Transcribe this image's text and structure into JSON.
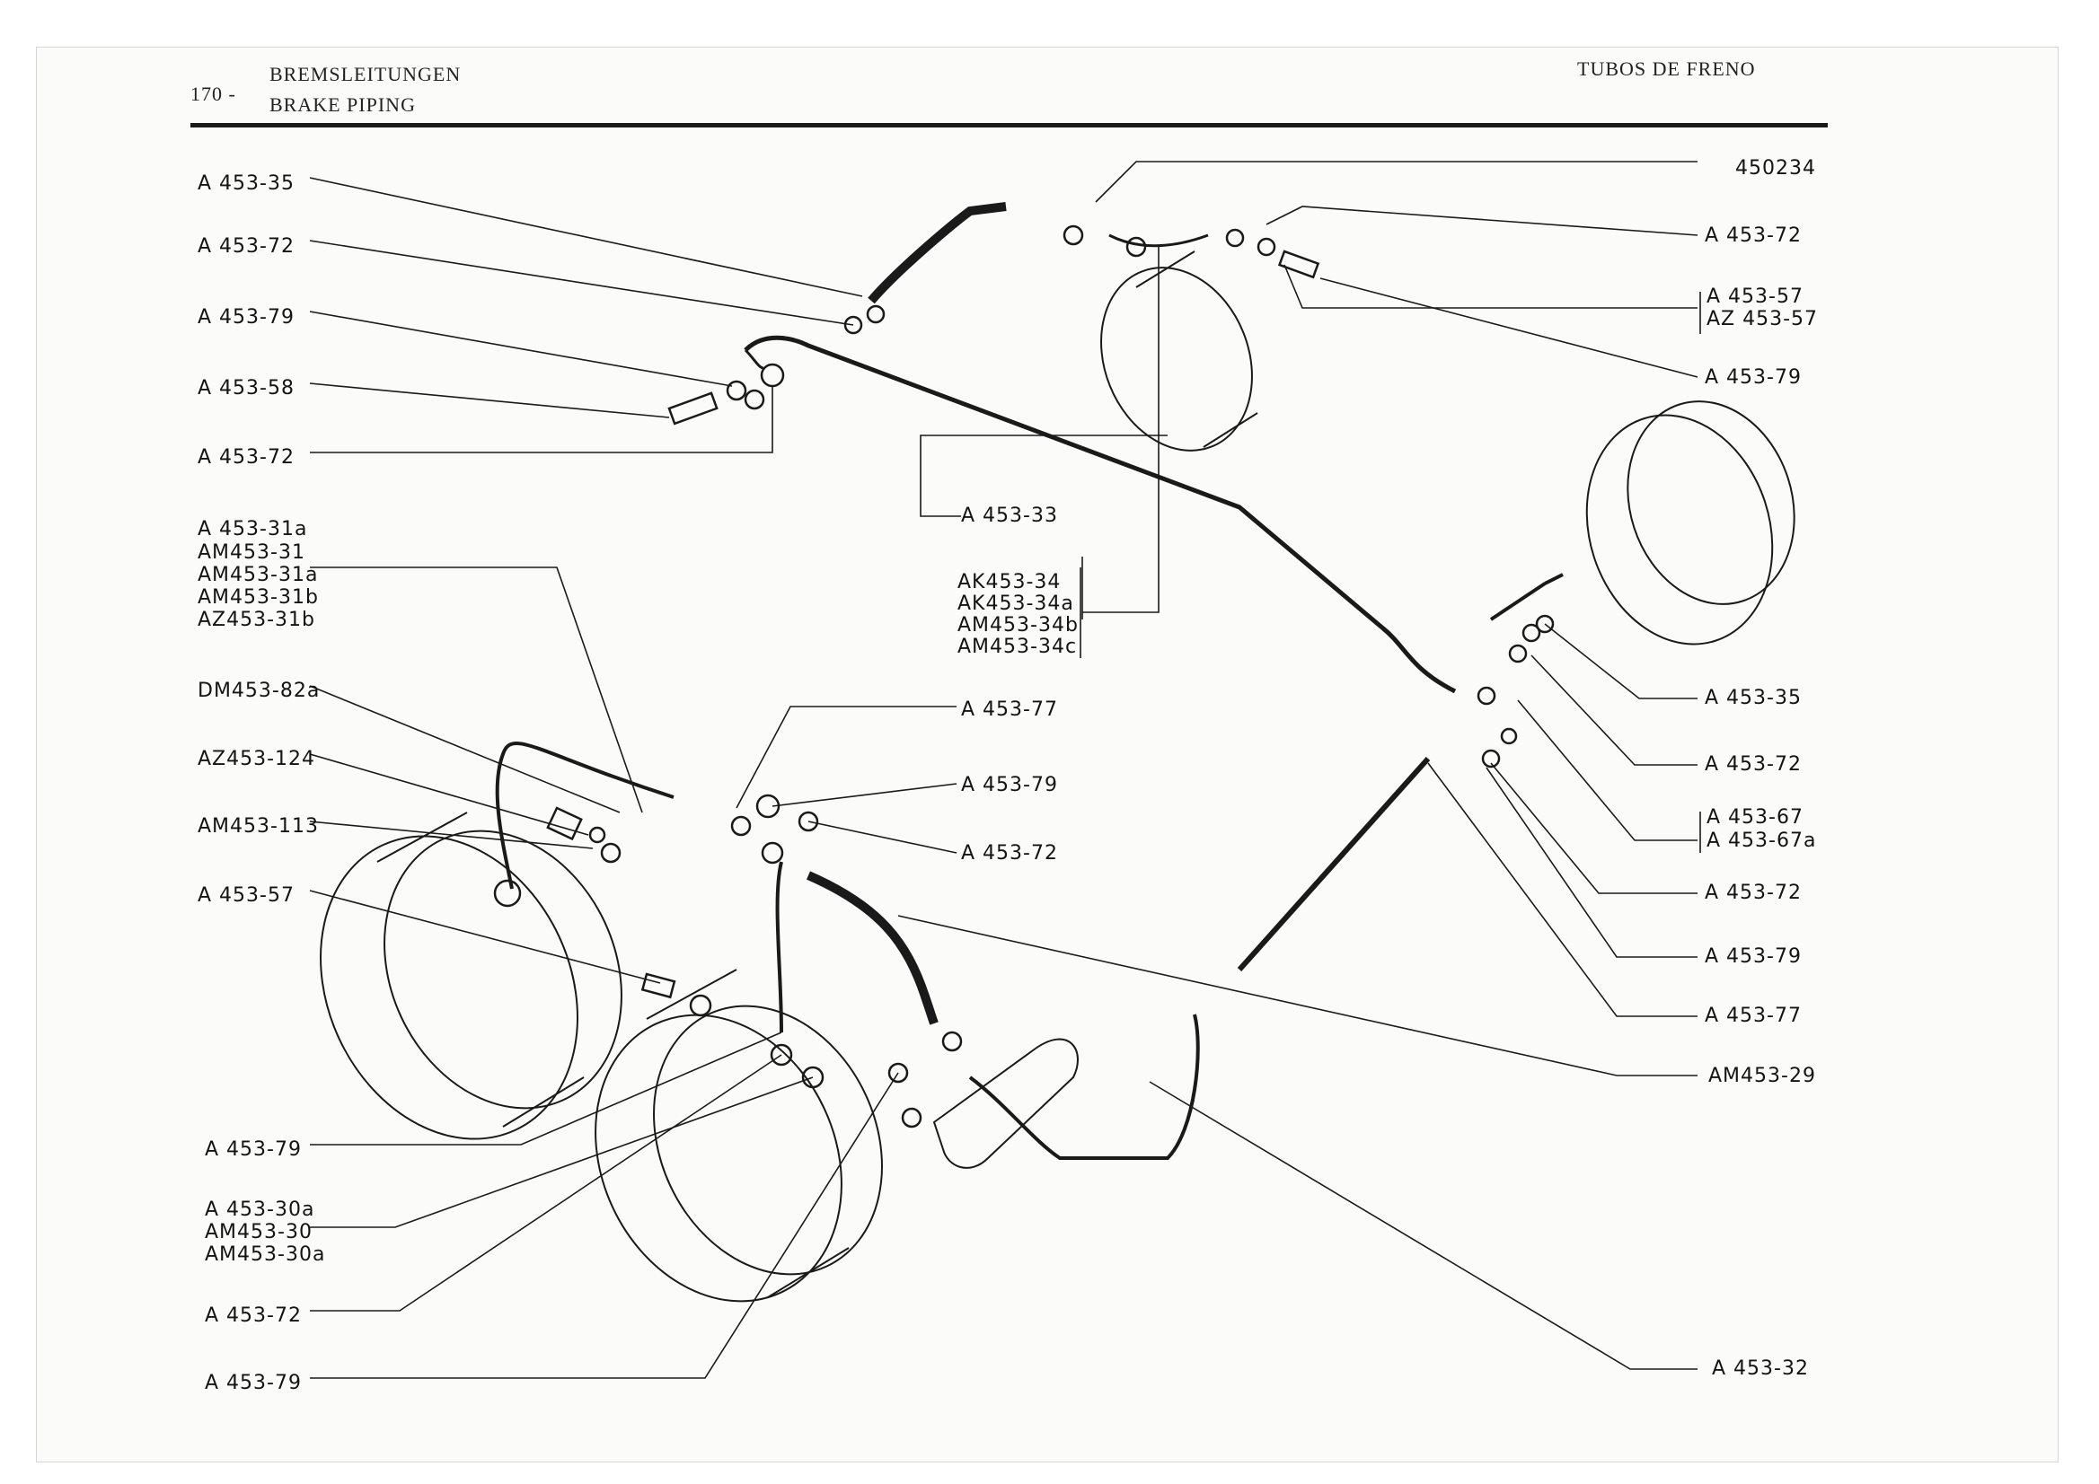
{
  "header": {
    "page_number": "170 -",
    "title_de": "BREMSLEITUNGEN",
    "title_en": "BRAKE PIPING",
    "title_es": "TUBOS DE FRENO"
  },
  "labels": {
    "left": {
      "a453_35": "A 453-35",
      "a453_72_top": "A 453-72",
      "a453_79_top": "A 453-79",
      "a453_58": "A 453-58",
      "a453_72_mid": "A 453-72",
      "group_31": [
        "A 453-31a",
        "AM453-31",
        "AM453-31a",
        "AM453-31b",
        "AZ453-31b"
      ],
      "dm453_82a": "DM453-82a",
      "az453_124": "AZ453-124",
      "am453_113": "AM453-113",
      "a453_57": "A 453-57",
      "a453_79_low": "A 453-79",
      "group_30": [
        "A 453-30a",
        "AM453-30",
        "AM453-30a"
      ],
      "a453_72_low": "A 453-72",
      "a453_79_bottom": "A 453-79"
    },
    "center": {
      "a453_33": "A 453-33",
      "group_34": [
        "AK453-34",
        "AK453-34a",
        "AM453-34b",
        "AM453-34c"
      ],
      "a453_77": "A 453-77",
      "a453_79": "A 453-79",
      "a453_72": "A 453-72"
    },
    "right": {
      "p450234": "450234",
      "a453_72_top": "A 453-72",
      "group_57": [
        "A 453-57",
        "AZ 453-57"
      ],
      "a453_79_top": "A 453-79",
      "a453_35": "A 453-35",
      "a453_72_a": "A 453-72",
      "group_67": [
        "A 453-67",
        "A 453-67a"
      ],
      "a453_72_b": "A 453-72",
      "a453_79_b": "A 453-79",
      "a453_77": "A 453-77",
      "am453_29": "AM453-29",
      "a453_32": "A 453-32"
    }
  }
}
